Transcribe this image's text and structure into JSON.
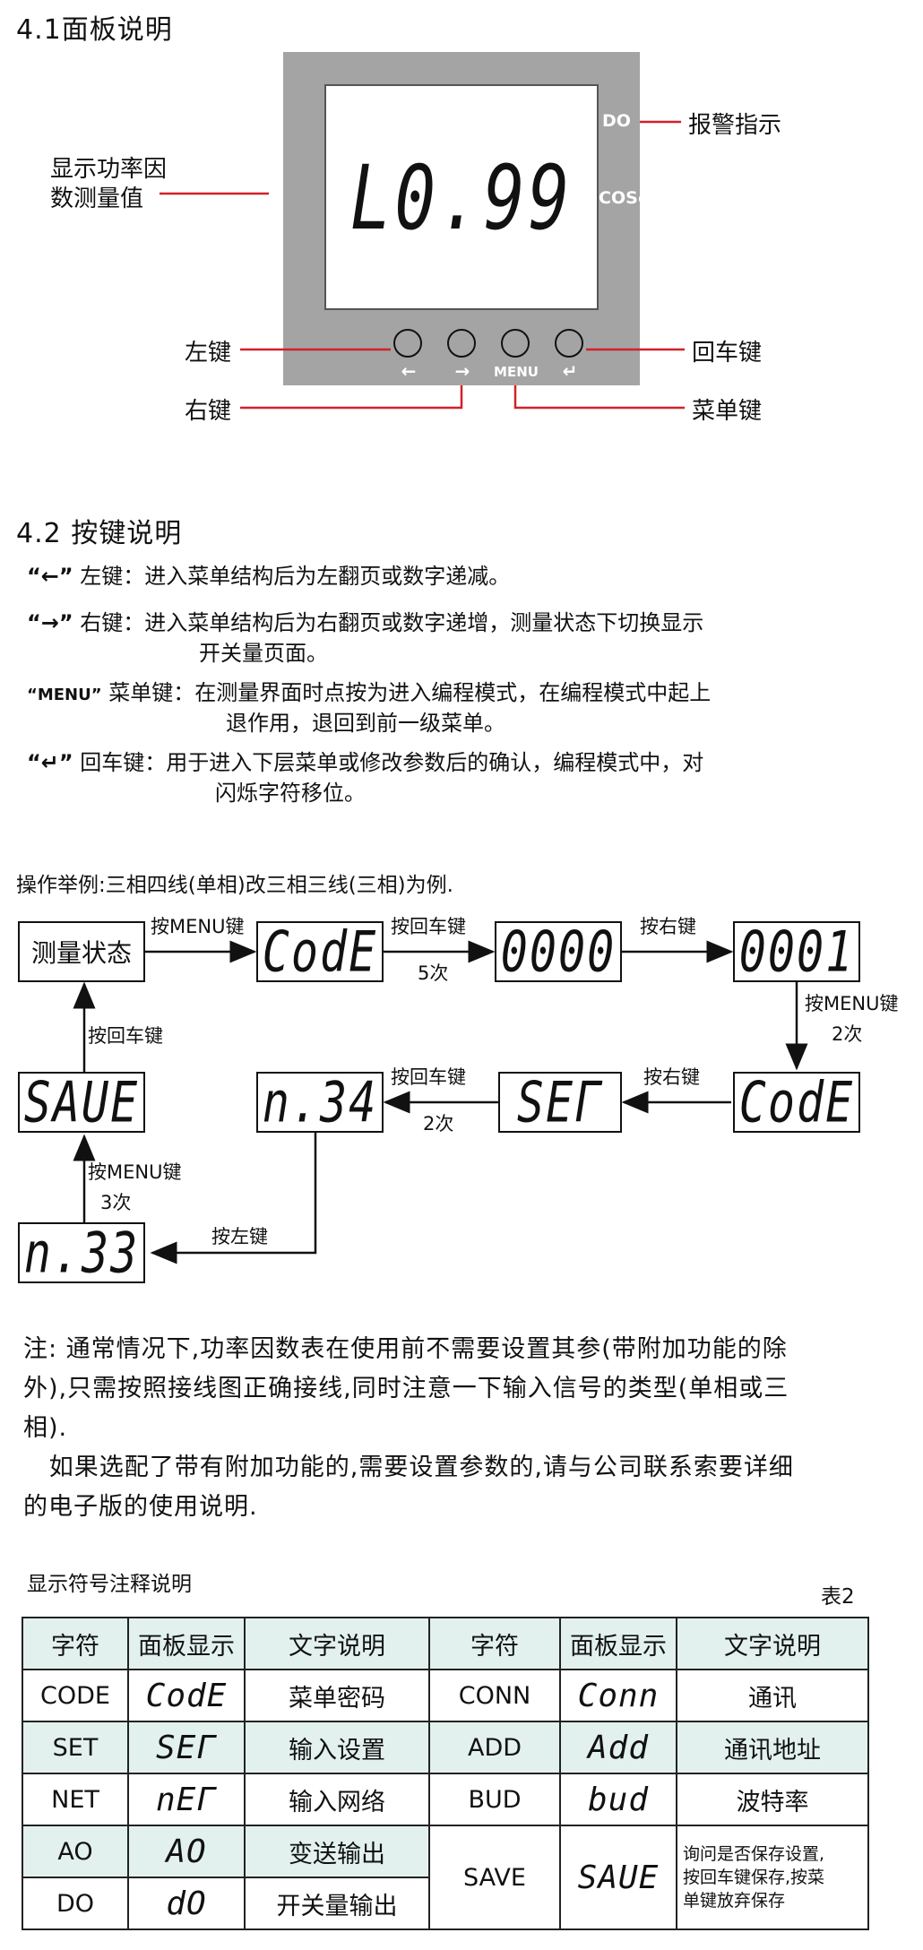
{
  "panel": {
    "section_title": "4.1面板说明",
    "display_value": "L0.99",
    "do_label": "DO",
    "cos_label": "COSφ",
    "callout_alarm": "报警指示",
    "callout_pf_line1": "显示功率因",
    "callout_pf_line2": "数测量值",
    "callout_left_key": "左键",
    "callout_right_key": "右键",
    "callout_enter_key": "回车键",
    "callout_menu_key": "菜单键",
    "key_symbols": [
      "←",
      "→",
      "MENU",
      "↵"
    ]
  },
  "keys": {
    "section_title": "4.2 按键说明",
    "items": [
      {
        "quote": "“←”",
        "name": "左键：",
        "desc": "进入菜单结构后为左翻页或数字递减。",
        "desc2": ""
      },
      {
        "quote": "“→”",
        "name": "右键：",
        "desc": "进入菜单结构后为右翻页或数字递增，测量状态下切换显示",
        "desc2": "开关量页面。"
      },
      {
        "quote": "“MENU”",
        "name": "菜单键：",
        "desc": "在测量界面时点按为进入编程模式，在编程模式中起上",
        "desc2": "退作用，退回到前一级菜单。"
      },
      {
        "quote": "“↵”",
        "name": "回车键：",
        "desc": "用于进入下层菜单或修改参数后的确认，编程模式中，对",
        "desc2": "闪烁字符移位。"
      }
    ]
  },
  "example": {
    "title": "操作举例:三相四线(单相)改三相三线(三相)为例.",
    "boxes": {
      "b1": "测量状态",
      "b2": "CodE",
      "b3": "0000",
      "b4": "0001",
      "b5": "CodE",
      "b6": "SEΓ",
      "b7": "n.34",
      "b8": "SAUE",
      "b9": "n.33"
    },
    "labels": {
      "l1": "按MENU键",
      "l2": "按回车键",
      "l2b": "5次",
      "l3": "按右键",
      "l4": "按MENU键",
      "l4b": "2次",
      "l5": "按右键",
      "l6": "按回车键",
      "l6b": "2次",
      "l7": "按左键",
      "l8": "按MENU键",
      "l8b": "3次",
      "l9": "按回车键"
    }
  },
  "note": {
    "line1": "注: 通常情况下,功率因数表在使用前不需要设置其参(带附加功能的除",
    "line2": "外),只需按照接线图正确接线,同时注意一下输入信号的类型(单相或三",
    "line3": "相).",
    "line4": "   如果选配了带有附加功能的,需要设置参数的,请与公司联系索要详细",
    "line5": "的电子版的使用说明."
  },
  "table": {
    "caption": "显示符号注释说明",
    "label": "表2",
    "headers": [
      "字符",
      "面板显示",
      "文字说明",
      "字符",
      "面板显示",
      "文字说明"
    ],
    "rows": [
      {
        "c1": "CODE",
        "p1": "CodE",
        "d1": "菜单密码",
        "c2": "CONN",
        "p2": "Conn",
        "d2": "通讯"
      },
      {
        "c1": "SET",
        "p1": "SEΓ",
        "d1": "输入设置",
        "c2": "ADD",
        "p2": "Add",
        "d2": "通讯地址"
      },
      {
        "c1": "NET",
        "p1": "nEΓ",
        "d1": "输入网络",
        "c2": "BUD",
        "p2": "bud",
        "d2": "波特率"
      },
      {
        "c1": "AO",
        "p1": "AO",
        "d1": "变送输出"
      },
      {
        "c1": "DO",
        "p1": "dO",
        "d1": "开关量输出"
      }
    ],
    "save": {
      "c": "SAVE",
      "p": "SAUE",
      "d1": "询问是否保存设置,",
      "d2": "按回车键保存,按菜",
      "d3": "单键放弃保存"
    }
  },
  "colors": {
    "line_red": "#d3202a",
    "panel_gray": "#a4a4a4",
    "cell_shade": "#e2f1ee"
  }
}
